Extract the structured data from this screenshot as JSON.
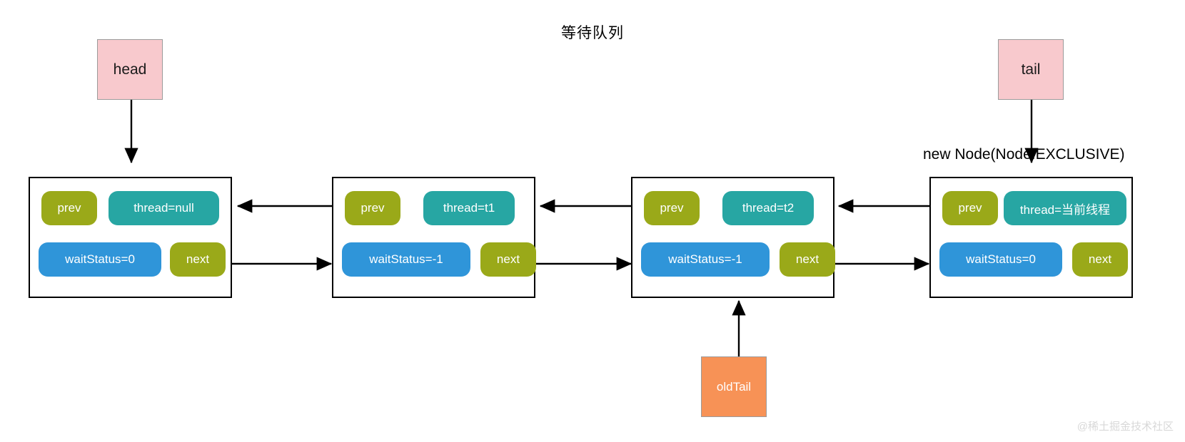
{
  "diagram": {
    "title": "等待队列",
    "watermark": "@稀土掘金技术社区",
    "annotation_new_node": "new Node(Node.EXCLUSIVE)"
  },
  "pointers": [
    {
      "id": "head",
      "label": "head",
      "color": "#f8c9cd"
    },
    {
      "id": "tail",
      "label": "tail",
      "color": "#f8c9cd"
    },
    {
      "id": "oldTail",
      "label": "oldTail",
      "color": "#f79256"
    }
  ],
  "field_labels": {
    "prev": "prev",
    "next": "next"
  },
  "colors": {
    "prev_next": "#9aa919",
    "thread": "#27a6a3",
    "wait_status": "#2f95d9",
    "node_border": "#000000",
    "pointer_pink": "#f8c9cd",
    "pointer_orange": "#f79256",
    "arrow": "#000000"
  },
  "nodes": [
    {
      "index": 0,
      "name": "head-node",
      "prev": "prev",
      "thread": "thread=null",
      "wait_status": "waitStatus=0",
      "next": "next"
    },
    {
      "index": 1,
      "name": "node-t1",
      "prev": "prev",
      "thread": "thread=t1",
      "wait_status": "waitStatus=-1",
      "next": "next"
    },
    {
      "index": 2,
      "name": "node-t2",
      "prev": "prev",
      "thread": "thread=t2",
      "wait_status": "waitStatus=-1",
      "next": "next"
    },
    {
      "index": 3,
      "name": "node-current-thread",
      "prev": "prev",
      "thread": "thread=当前线程",
      "wait_status": "waitStatus=0",
      "next": "next"
    }
  ]
}
